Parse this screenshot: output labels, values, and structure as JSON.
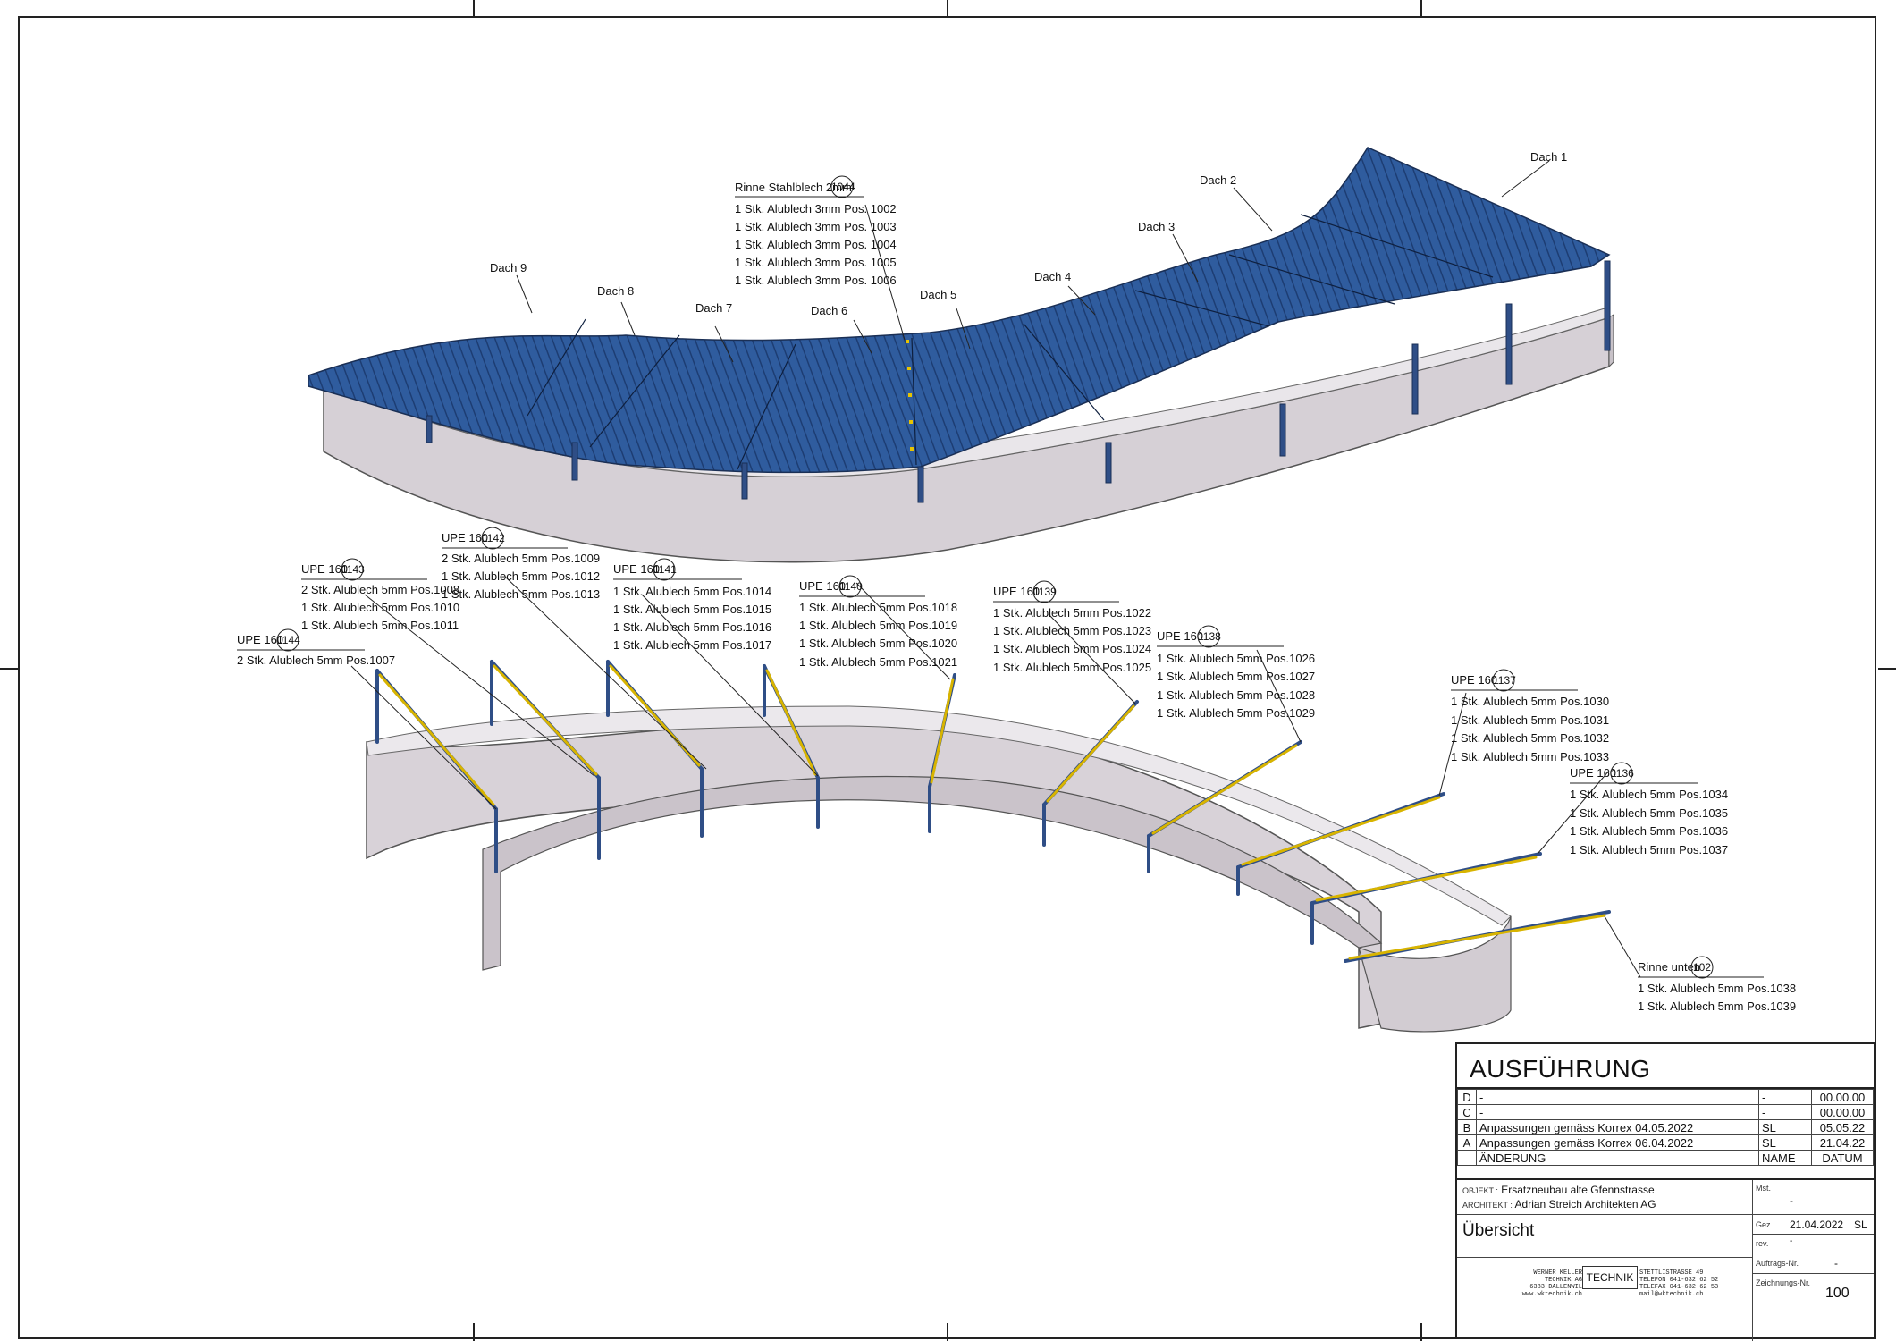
{
  "roof_labels": [
    "Dach 1",
    "Dach 2",
    "Dach 3",
    "Dach 4",
    "Dach 5",
    "Dach 6",
    "Dach 7",
    "Dach 8",
    "Dach 9"
  ],
  "rinne_top": {
    "title": "Rinne Stahlblech 2mm",
    "pos": "1044",
    "items": [
      "1 Stk. Alublech 3mm Pos. 1002",
      "1 Stk. Alublech 3mm Pos. 1003",
      "1 Stk. Alublech 3mm Pos. 1004",
      "1 Stk. Alublech 3mm Pos. 1005",
      "1 Stk. Alublech 3mm Pos. 1006"
    ]
  },
  "beams": [
    {
      "title": "UPE 160",
      "pos": "1144",
      "items": [
        "2 Stk. Alublech 5mm Pos.1007"
      ]
    },
    {
      "title": "UPE 160",
      "pos": "1143",
      "items": [
        "2 Stk. Alublech 5mm Pos.1008",
        "1 Stk. Alublech 5mm Pos.1010",
        "1 Stk. Alublech 5mm Pos.1011"
      ]
    },
    {
      "title": "UPE 160",
      "pos": "1142",
      "items": [
        "2 Stk. Alublech 5mm Pos.1009",
        "1 Stk. Alublech 5mm Pos.1012",
        "1 Stk. Alublech 5mm Pos.1013"
      ]
    },
    {
      "title": "UPE 160",
      "pos": "1141",
      "items": [
        "1 Stk. Alublech 5mm Pos.1014",
        "1 Stk. Alublech 5mm Pos.1015",
        "1 Stk. Alublech 5mm Pos.1016",
        "1 Stk. Alublech 5mm Pos.1017"
      ]
    },
    {
      "title": "UPE 160",
      "pos": "1140",
      "items": [
        "1 Stk. Alublech 5mm Pos.1018",
        "1 Stk. Alublech 5mm Pos.1019",
        "1 Stk. Alublech 5mm Pos.1020",
        "1 Stk. Alublech 5mm Pos.1021"
      ]
    },
    {
      "title": "UPE 160",
      "pos": "1139",
      "items": [
        "1 Stk. Alublech 5mm Pos.1022",
        "1 Stk. Alublech 5mm Pos.1023",
        "1 Stk. Alublech 5mm Pos.1024",
        "1 Stk. Alublech 5mm Pos.1025"
      ]
    },
    {
      "title": "UPE 160",
      "pos": "1138",
      "items": [
        "1 Stk. Alublech 5mm Pos.1026",
        "1 Stk. Alublech 5mm Pos.1027",
        "1 Stk. Alublech 5mm Pos.1028",
        "1 Stk. Alublech 5mm Pos.1029"
      ]
    },
    {
      "title": "UPE 160",
      "pos": "1137",
      "items": [
        "1 Stk. Alublech 5mm Pos.1030",
        "1 Stk. Alublech 5mm Pos.1031",
        "1 Stk. Alublech 5mm Pos.1032",
        "1 Stk. Alublech 5mm Pos.1033"
      ]
    },
    {
      "title": "UPE 160",
      "pos": "1136",
      "items": [
        "1 Stk. Alublech 5mm Pos.1034",
        "1 Stk. Alublech 5mm Pos.1035",
        "1 Stk. Alublech 5mm Pos.1036",
        "1 Stk. Alublech 5mm Pos.1037"
      ]
    }
  ],
  "rinne_bottom": {
    "title": "Rinne unten",
    "pos": "102",
    "items": [
      "1 Stk. Alublech 5mm Pos.1038",
      "1 Stk. Alublech 5mm Pos.1039"
    ]
  },
  "title_block": {
    "status": "AUSFÜHRUNG",
    "revisions": [
      {
        "letter": "D",
        "text": "-",
        "name": "-",
        "date": "00.00.00"
      },
      {
        "letter": "C",
        "text": "-",
        "name": "-",
        "date": "00.00.00"
      },
      {
        "letter": "B",
        "text": "Anpassungen gemäss Korrex 04.05.2022",
        "name": "SL",
        "date": "05.05.22"
      },
      {
        "letter": "A",
        "text": "Anpassungen gemäss Korrex 06.04.2022",
        "name": "SL",
        "date": "21.04.22"
      }
    ],
    "rev_header": {
      "text": "ÄNDERUNG",
      "name": "NAME",
      "date": "DATUM"
    },
    "objekt_label": "OBJEKT :",
    "objekt": "Ersatzneubau alte Gfennstrasse",
    "architekt_label": "ARCHITEKT :",
    "architekt": "Adrian Streich Architekten AG",
    "view_title": "Übersicht",
    "logo": "TECHNIK",
    "company_lines": [
      "WERNER KELLER",
      "TECHNIK AG",
      "6383 DALLENWIL",
      "www.wktechnik.ch"
    ],
    "contact_lines": [
      "STETTLISTRASSE 49",
      "TELEFON  041-632 62 52",
      "TELEFAX  041-632 62 53",
      "mail@wktechnik.ch"
    ],
    "mst_label": "Mst.",
    "mst_value": "-",
    "gez_label": "Gez.",
    "gez_date": "21.04.2022",
    "gez_name": "SL",
    "rev_label": "rev.",
    "rev_value": "-",
    "auftrag_label": "Auftrags-Nr.",
    "auftrag_value": "-",
    "zeichnung_label": "Zeichnungs-Nr.",
    "zeichnung_value": "100"
  }
}
